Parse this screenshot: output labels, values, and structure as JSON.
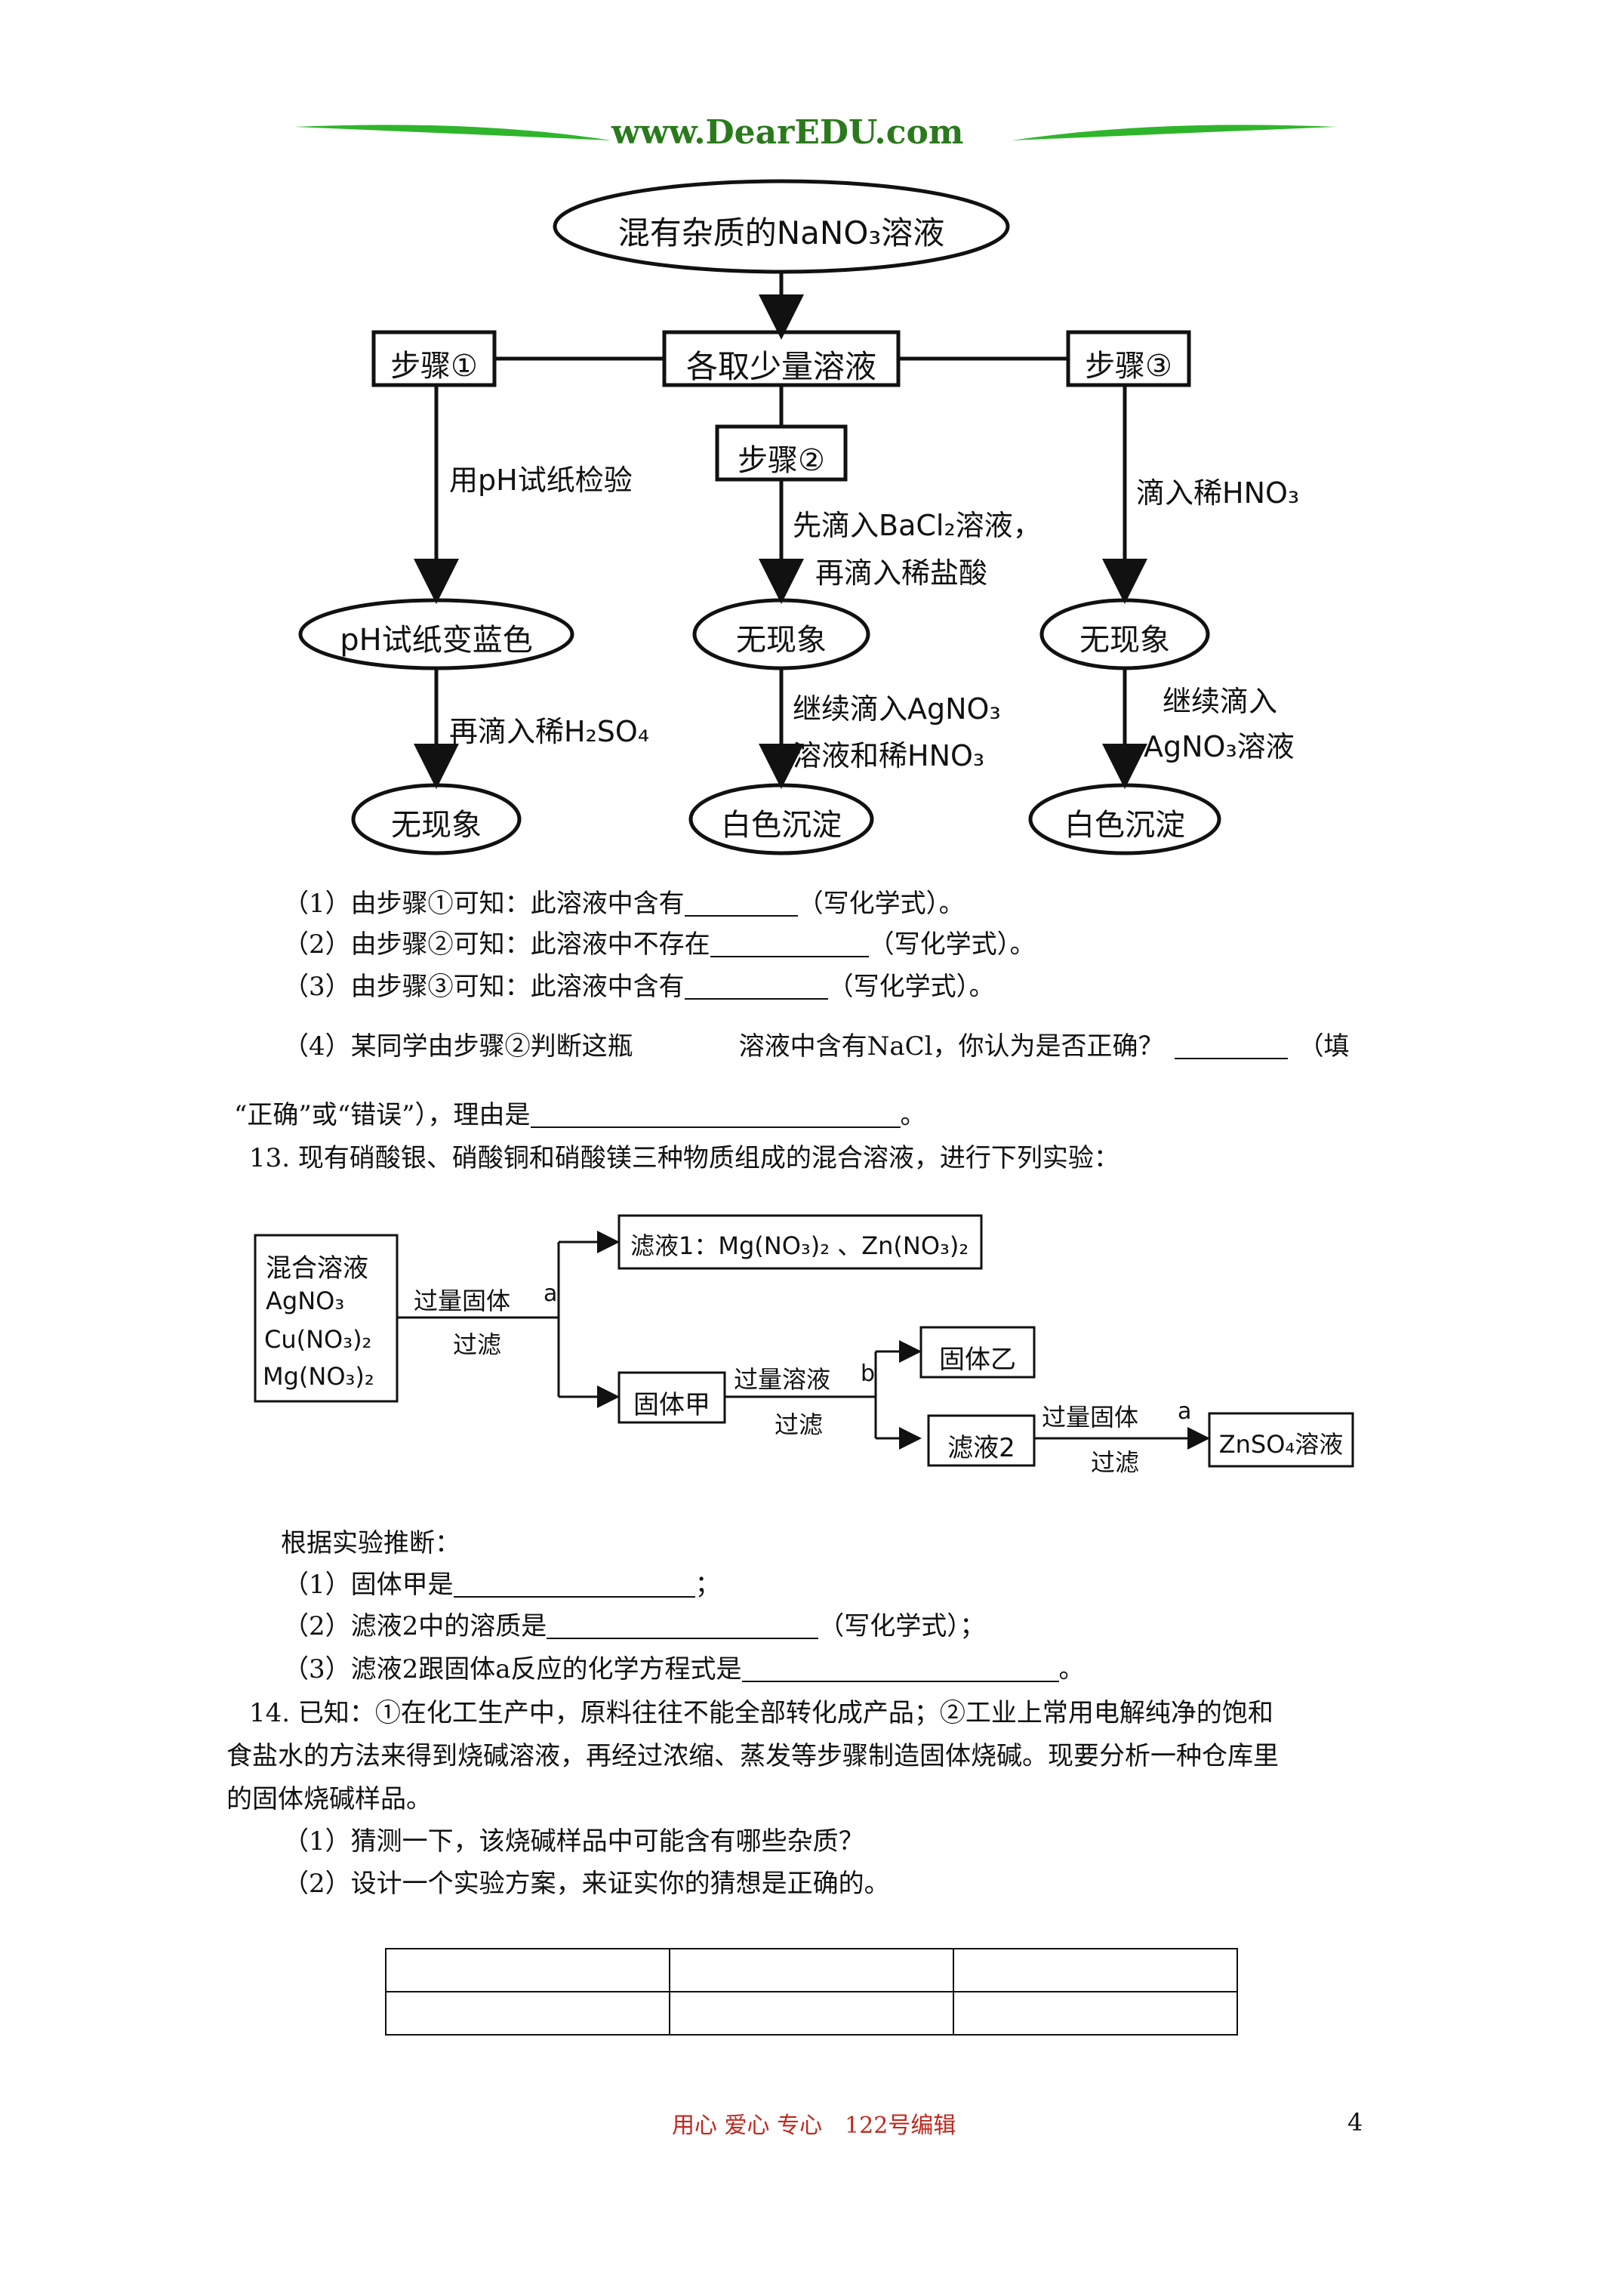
{
  "header": {
    "brand": "www.DearEDU.com"
  },
  "flowchart1": {
    "top": "混有杂质的NaNO₃溶液",
    "center": "各取少量溶液",
    "step1": "步骤①",
    "step2": "步骤②",
    "step3": "步骤③",
    "step1_action": "用pH试纸检验",
    "step2_action_line1": "先滴入BaCl₂溶液，",
    "step2_action_line2": "再滴入稀盐酸",
    "step3_action": "滴入稀HNO₃",
    "result1": "pH试纸变蓝色",
    "result2": "无现象",
    "result3": "无现象",
    "step1_next": "再滴入稀H₂SO₄",
    "step2_next_line1": "继续滴入AgNO₃",
    "step2_next_line2": "溶液和稀HNO₃",
    "step3_next_line1": "继续滴入",
    "step3_next_line2": "AgNO₃溶液",
    "final1": "无现象",
    "final2": "白色沉淀",
    "final3": "白色沉淀"
  },
  "q12": {
    "p1_a": "（1）由步骤①可知：此溶液中含有",
    "p1_b": "（写化学式）。",
    "p2_a": "（2）由步骤②可知：此溶液中不存在",
    "p2_b": "（写化学式）。",
    "p3_a": "（3）由步骤③可知：此溶液中含有",
    "p3_b": "（写化学式）。",
    "p4_a": "（4）某同学由步骤②判断这瓶",
    "p4_b": "溶液中含有NaCl，你认为是否正确？",
    "p4_c": "（填",
    "p4_d": "“正确”或“错误”），理由是",
    "p4_e": "。"
  },
  "q13": {
    "intro": "13. 现有硝酸银、硝酸铜和硝酸镁三种物质组成的混合溶液，进行下列实验：",
    "mix_title": "混合溶液",
    "mix_1": "AgNO₃",
    "mix_2": "Cu(NO₃)₂",
    "mix_3": "Mg(NO₃)₂",
    "arrow1_top": "过量固体",
    "arrow1_var": "a",
    "arrow1_bottom": "过滤",
    "filtrate1": "滤液1：Mg(NO₃)₂ 、Zn(NO₃)₂",
    "solid_jia": "固体甲",
    "arrow2_top": "过量溶液",
    "arrow2_var": "b",
    "arrow2_bottom": "过滤",
    "solid_yi": "固体乙",
    "filtrate2": "滤液2",
    "arrow3_top": "过量固体",
    "arrow3_var": "a",
    "arrow3_bottom": "过滤",
    "product": "ZnSO₄溶液",
    "infer": "根据实验推断：",
    "s1_a": "（1）固体甲是",
    "s1_b": "；",
    "s2_a": "（2）滤液2中的溶质是",
    "s2_b": "（写化学式）；",
    "s3_a": "（3）滤液2跟固体a反应的化学方程式是",
    "s3_b": "。"
  },
  "q14": {
    "line1": "14. 已知：①在化工生产中，原料往往不能全部转化成产品；②工业上常用电解纯净的饱和",
    "line2": "食盐水的方法来得到烧碱溶液，再经过浓缩、蒸发等步骤制造固体烧碱。现要分析一种仓库里",
    "line3": "的固体烧碱样品。",
    "sub1": "（1）猜测一下，该烧碱样品中可能含有哪些杂质？",
    "sub2": "（2）设计一个实验方案，来证实你的猜想是正确的。"
  },
  "footer": {
    "text": "用心 爱心 专心　122号编辑",
    "page": "4"
  }
}
